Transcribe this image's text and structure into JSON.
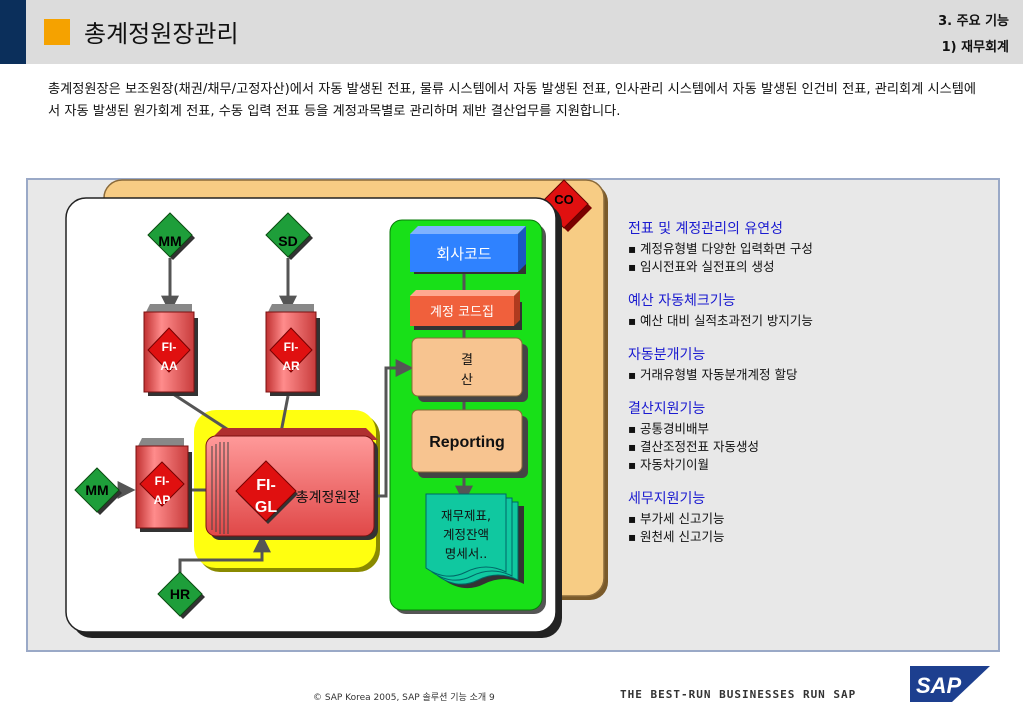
{
  "header": {
    "title": "총계정원장관리",
    "section": "3. 주요 기능",
    "subsection": "1) 재무회계"
  },
  "intro": {
    "text": "총계정원장은 보조원장(채권/채무/고정자산)에서 자동 발생된 전표, 물류 시스템에서 자동 발생된 전표, 인사관리 시스템에서 자동 발생된 인건비 전표, 관리회계 시스템에서 자동 발생된 원가회계 전표, 수동 입력 전표 등을 계정과목별로 관리하며 제반 결산업무를 지원합니다."
  },
  "diagram": {
    "co": "CO",
    "mm_top": "MM",
    "sd": "SD",
    "mm_left": "MM",
    "hr": "HR",
    "fi_aa_1": "FI-",
    "fi_aa_2": "AA",
    "fi_ar_1": "FI-",
    "fi_ar_2": "AR",
    "fi_ap_1": "FI-",
    "fi_ap_2": "AP",
    "fi_gl_1": "FI-",
    "fi_gl_2": "GL",
    "general_ledger": "총계정원장",
    "company_code": "회사코드",
    "account_code": "계정 코드집",
    "closing_1": "결",
    "closing_2": "산",
    "reporting": "Reporting",
    "reports_1": "재무제표,",
    "reports_2": "계정잔액",
    "reports_3": "명세서..",
    "colors": {
      "diamond": "#1e9e3a",
      "drum": "#e65252",
      "fi_diamond": "#e01010",
      "green_panel": "#18e018",
      "yellow_panel": "#ffff10",
      "orange_panel": "#f7cc84",
      "company_box": "#2f82ff",
      "account_box": "#f0603c",
      "closing_box": "#f7c490",
      "reports_box": "#10c8a0"
    }
  },
  "features": [
    {
      "title": "전표 및 계정관리의 유연성",
      "items": [
        "계정유형별 다양한 입력화면 구성",
        "임시전표와 실전표의 생성"
      ]
    },
    {
      "title": "예산 자동체크기능",
      "items": [
        "예산 대비 실적초과전기 방지기능"
      ]
    },
    {
      "title": "자동분개기능",
      "items": [
        "거래유형별 자동분개계정 할당"
      ]
    },
    {
      "title": "결산지원기능",
      "items": [
        "공통경비배부",
        "결산조정전표 자동생성",
        "자동차기이월"
      ]
    },
    {
      "title": "세무지원기능",
      "items": [
        "부가세 신고기능",
        "원천세 신고기능"
      ]
    }
  ],
  "footer": {
    "copyright": "© SAP Korea 2005, SAP 솔루션 기능 소개   9",
    "slogan": "THE BEST-RUN BUSINESSES RUN SAP",
    "logo": "SAP"
  }
}
